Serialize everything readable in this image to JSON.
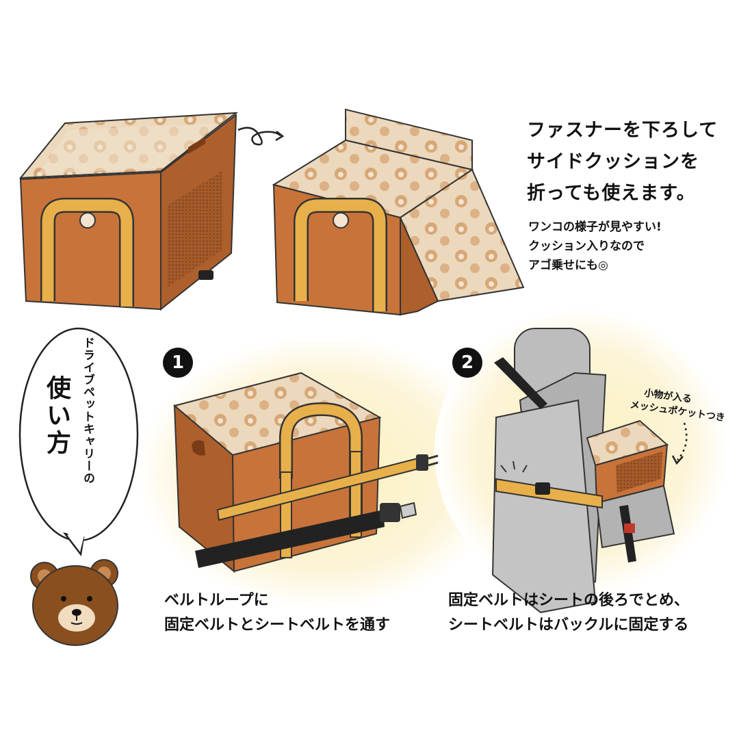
{
  "heading": {
    "line1": "ファスナーを下ろして",
    "line2": "サイドクッションを",
    "line3": "折っても使えます。"
  },
  "subtext": {
    "line1": "ワンコの様子が見やすい!",
    "line2": "クッション入りなので",
    "line3": "アゴ乗せにも◎"
  },
  "bubble": {
    "small": "ドライブペットキャリーの",
    "big": "使い方"
  },
  "steps": [
    {
      "number": "1",
      "caption_line1": "ベルトループに",
      "caption_line2": "固定ベルトとシートベルトを通す"
    },
    {
      "number": "2",
      "caption_line1": "固定ベルトはシートの後ろでとめ、",
      "caption_line2": "シートベルトはバックルに固定する"
    }
  ],
  "mesh_note": {
    "line1": "小物が入る",
    "line2": "メッシュポケットつき"
  },
  "colors": {
    "box_brown": "#c8733a",
    "box_dark": "#9e5426",
    "handle_yellow": "#e8b04a",
    "inner_beige": "#e9d2b4",
    "seat_gray": "#bdbdbd",
    "glow_yellow": "#fbf1c6"
  }
}
